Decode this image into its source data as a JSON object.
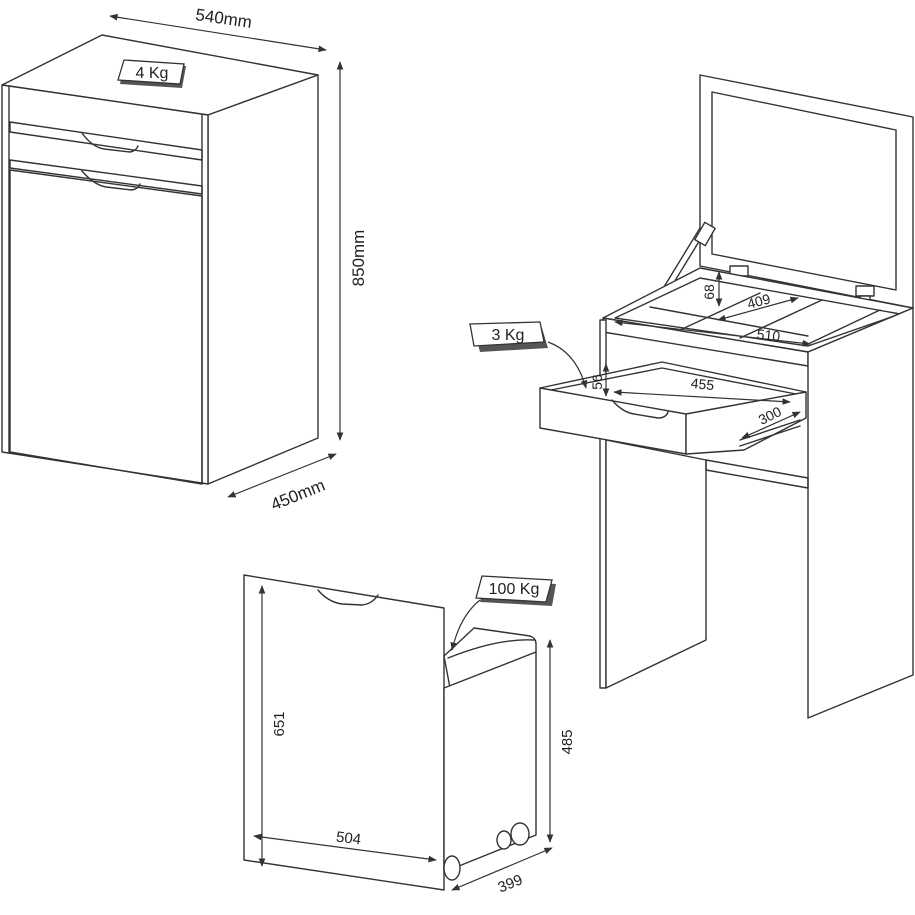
{
  "cabinet": {
    "width_label": "540mm",
    "height_label": "850mm",
    "depth_label": "450mm",
    "load_label": "4 Kg"
  },
  "vanity": {
    "drawer_load_label": "3 Kg",
    "compartment_height": "68",
    "compartment_width": "409",
    "top_inner_width": "510",
    "drawer_height": "56",
    "drawer_width": "455",
    "drawer_depth": "300"
  },
  "stool": {
    "load_label": "100 Kg",
    "height_back": "651",
    "height_seat": "485",
    "width": "504",
    "depth": "399"
  },
  "colors": {
    "line": "#333333",
    "background": "#ffffff"
  }
}
